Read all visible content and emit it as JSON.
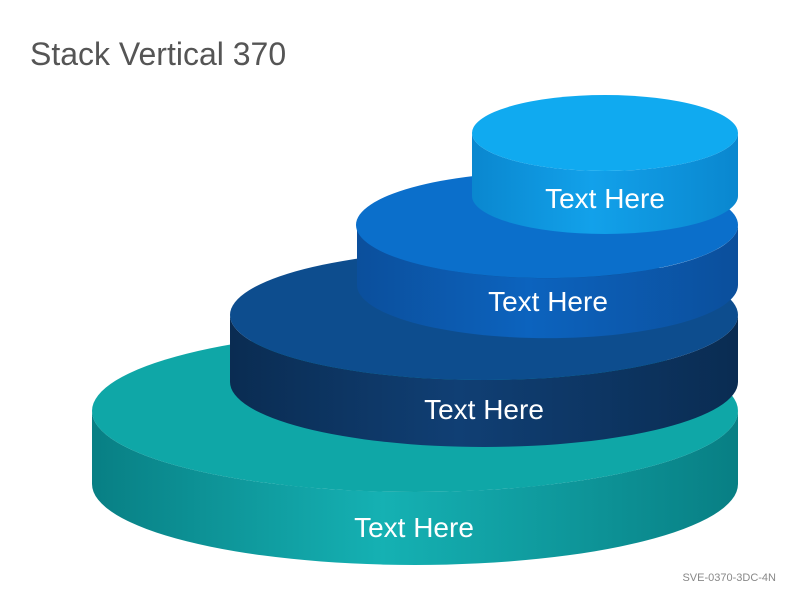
{
  "slide": {
    "title": "Stack Vertical 370",
    "code": "SVE-0370-3DC-4N"
  },
  "layers": [
    {
      "label": "Text Here",
      "top_color": "#0fa7a7",
      "side_dark": "#087f84",
      "side_light": "#15b1b3"
    },
    {
      "label": "Text Here",
      "top_color": "#0d4d8e",
      "side_dark": "#0a2c52",
      "side_light": "#103f74"
    },
    {
      "label": "Text Here",
      "top_color": "#0b6fcb",
      "side_dark": "#0b4f9c",
      "side_light": "#0c63be"
    },
    {
      "label": "Text Here",
      "top_color": "#10aaf0",
      "side_dark": "#0a87cf",
      "side_light": "#12a1ea"
    }
  ]
}
